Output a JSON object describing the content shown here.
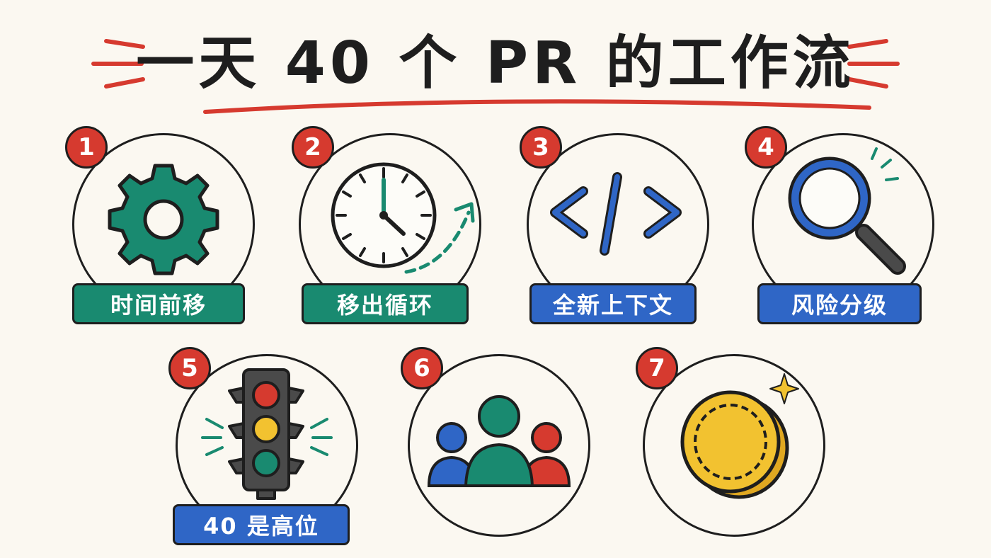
{
  "title": "一天 40 个 PR 的工作流",
  "colors": {
    "accent_red": "#d63a2f",
    "teal": "#198a70",
    "blue": "#2f66c6",
    "yellow": "#f2c230"
  },
  "steps": [
    {
      "number": "1",
      "label": "时间前移",
      "icon": "gear-icon"
    },
    {
      "number": "2",
      "label": "移出循环",
      "icon": "clock-icon"
    },
    {
      "number": "3",
      "label": "全新上下文",
      "icon": "code-icon"
    },
    {
      "number": "4",
      "label": "风险分级",
      "icon": "magnifier-icon"
    },
    {
      "number": "5",
      "label": "40 是高位",
      "icon": "traffic-light-icon"
    },
    {
      "number": "6",
      "icon": "people-icon"
    },
    {
      "number": "7",
      "icon": "coin-icon"
    }
  ]
}
